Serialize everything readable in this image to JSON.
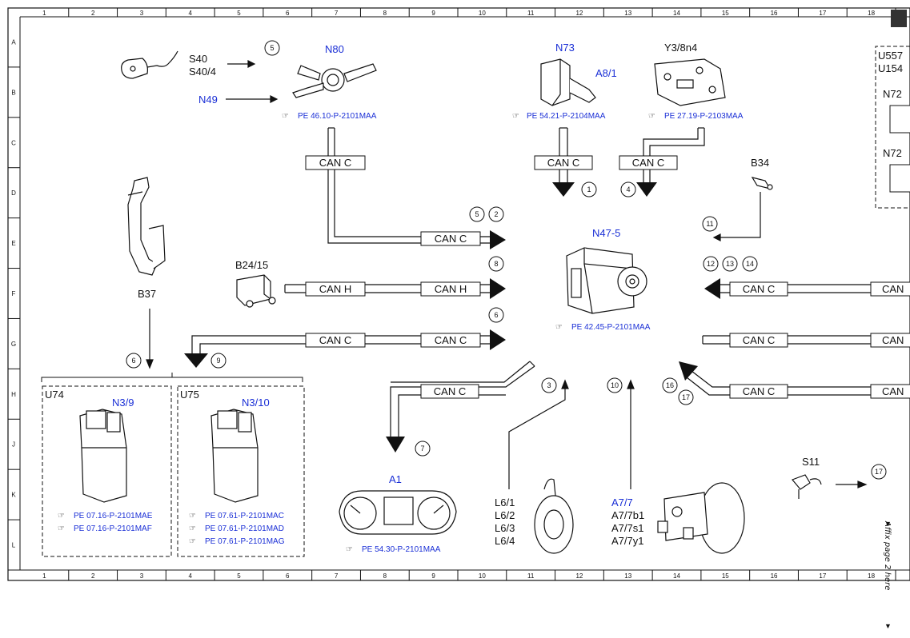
{
  "ruler": {
    "columns": [
      "1",
      "2",
      "3",
      "4",
      "5",
      "6",
      "7",
      "8",
      "9",
      "10",
      "11",
      "12",
      "13",
      "14",
      "15",
      "16",
      "17",
      "18"
    ],
    "rows": [
      "A",
      "B",
      "C",
      "D",
      "E",
      "F",
      "G",
      "H",
      "J",
      "K",
      "L"
    ]
  },
  "components": {
    "s40": {
      "line1": "S40",
      "line2": "S40/4"
    },
    "n80": {
      "label": "N80",
      "ref": "PE 46.10-P-2101MAA"
    },
    "n49": {
      "label": "N49"
    },
    "n73": {
      "label": "N73",
      "sub": "A8/1",
      "ref": "PE 54.21-P-2104MAA"
    },
    "y3": {
      "label": "Y3/8n4",
      "ref": "PE 27.19-P-2103MAA"
    },
    "b34": {
      "label": "B34"
    },
    "b37": {
      "label": "B37"
    },
    "b24": {
      "label": "B24/15"
    },
    "n47": {
      "label": "N47-5",
      "ref": "PE 42.45-P-2101MAA"
    },
    "u74": {
      "label": "U74",
      "sub": "N3/9",
      "ref1": "PE 07.16-P-2101MAE",
      "ref2": "PE 07.16-P-2101MAF"
    },
    "u75": {
      "label": "U75",
      "sub": "N3/10",
      "ref1": "PE 07.61-P-2101MAC",
      "ref2": "PE 07.61-P-2101MAD",
      "ref3": "PE 07.61-P-2101MAG"
    },
    "a1": {
      "label": "A1",
      "ref": "PE 54.30-P-2101MAA"
    },
    "l6": {
      "line1": "L6/1",
      "line2": "L6/2",
      "line3": "L6/3",
      "line4": "L6/4"
    },
    "a7": {
      "line1": "A7/7",
      "line2": "A7/7b1",
      "line3": "A7/7s1",
      "line4": "A7/7y1"
    },
    "s11": {
      "label": "S11"
    },
    "right_edge": {
      "u557": "U557",
      "u154": "U154",
      "n72a": "N72",
      "n72b": "N72"
    }
  },
  "buses": {
    "can_c": "CAN C",
    "can_h": "CAN H",
    "can_cut": "CAN"
  },
  "callouts": [
    "1",
    "2",
    "3",
    "4",
    "5",
    "6",
    "7",
    "8",
    "9",
    "10",
    "11",
    "12",
    "13",
    "14",
    "16",
    "17"
  ],
  "side_note": "Affix page 2 here",
  "colors": {
    "blue_label": "#1a2fd6",
    "line": "#111111"
  }
}
